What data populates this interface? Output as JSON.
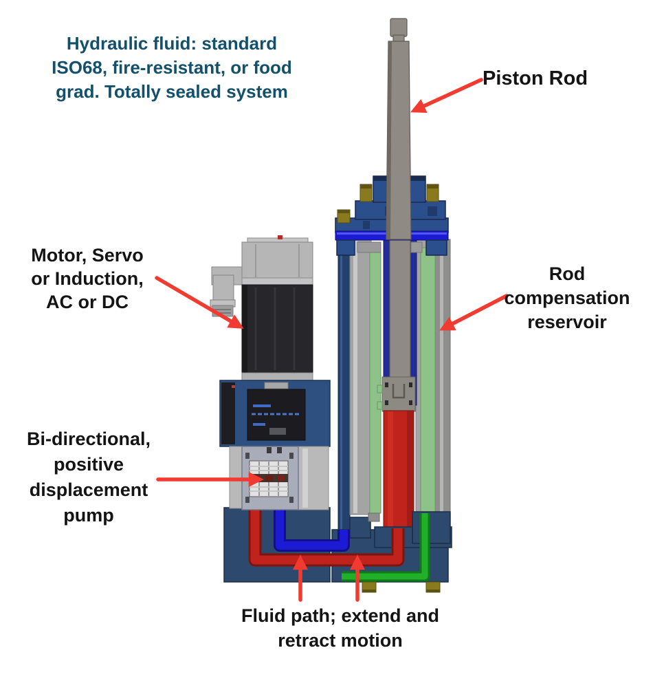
{
  "title": "Electro-hydraulic actuator cutaway diagram",
  "colors": {
    "note_text": "#12506c",
    "label_text": "#141414",
    "arrow_red": "#f23b30",
    "fluid_red": "#c0221c",
    "fluid_red_dark": "#7d1412",
    "fluid_blue": "#1b1bd6",
    "fluid_blue_dark": "#10108a",
    "pipe_green": "#22b02a",
    "pipe_green_dark": "#0f7a16",
    "reservoir_green": "#8fc289",
    "cap_blue": "#2a4f8c",
    "housing_blue": "#2e5080",
    "manifold_blue": "#2d4a6e",
    "tube_blue": "#24416d",
    "motor_black": "#27262a",
    "metal_light": "#b6b6b6",
    "rod_gray": "#8f8b84",
    "brass": "#8a7a1e"
  },
  "labels": {
    "note": {
      "lines": [
        "Hydraulic fluid: standard",
        "ISO68, fire-resistant, or food",
        "grad. Totally sealed system"
      ]
    },
    "piston_rod": {
      "lines": [
        "Piston Rod"
      ]
    },
    "motor": {
      "lines": [
        "Motor, Servo",
        "or Induction,",
        "AC or DC"
      ]
    },
    "reservoir": {
      "lines": [
        "Rod",
        "compensation",
        "reservoir"
      ]
    },
    "pump": {
      "lines": [
        "Bi-directional,",
        "positive",
        "displacement",
        "pump"
      ]
    },
    "fluid_path": {
      "lines": [
        "Fluid path; extend and",
        "retract motion"
      ]
    }
  }
}
